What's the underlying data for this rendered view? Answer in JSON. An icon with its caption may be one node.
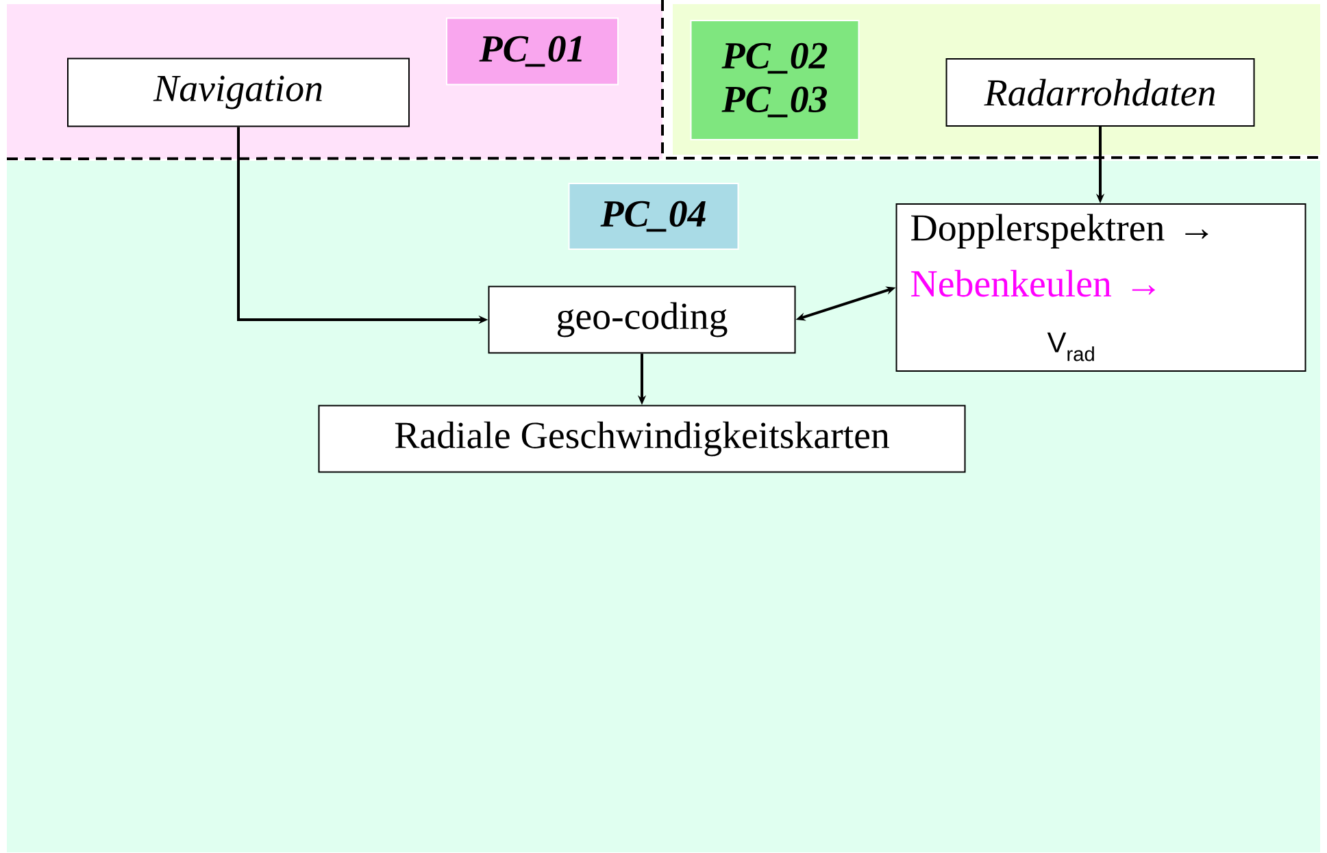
{
  "diagram": {
    "nodes": [
      {
        "text": [
          "PC_01"
        ]
      },
      {
        "text": [
          "Navigation"
        ]
      },
      {
        "text": [
          "PC_02",
          "PC_03"
        ]
      },
      {
        "text": [
          "Radarrohdaten"
        ]
      },
      {
        "text": [
          "PC_04"
        ]
      },
      {
        "text": [
          "Dopplerspektren →",
          "Nebenkeulen →",
          "V$_{rad}$"
        ]
      },
      {
        "text": [
          "geo-coding"
        ]
      },
      {
        "text": [
          "Radiale Geschwindigkeitskarten"
        ]
      }
    ],
    "edges": [
      {
        "from": 1,
        "to": 6,
        "arrow": "to"
      },
      {
        "from": 3,
        "to": 5,
        "arrow": "to"
      },
      {
        "from": 6,
        "to": 5,
        "arrow": "both"
      },
      {
        "from": 6,
        "to": 7,
        "arrow": "to"
      }
    ]
  }
}
